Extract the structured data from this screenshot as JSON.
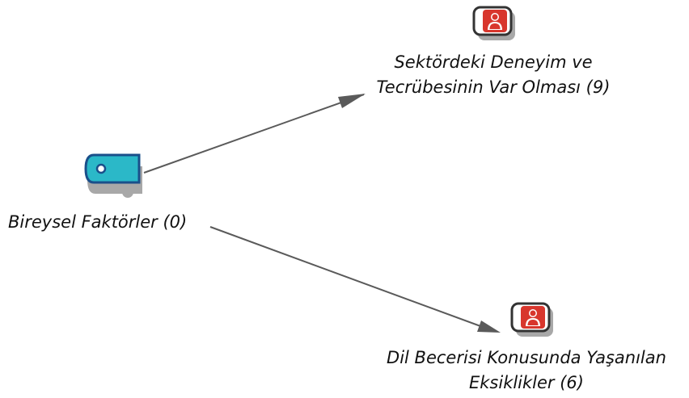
{
  "nodes": {
    "root": {
      "label": "Bireysel Faktörler (0)",
      "icon": "tag-icon",
      "color": "#2bb8c8"
    },
    "child1": {
      "label_line1": "Sektördeki Deneyim ve",
      "label_line2": "Tecrübesinin Var Olması (9)",
      "icon": "person-case-icon",
      "color": "#d8362d"
    },
    "child2": {
      "label_line1": "Dil Becerisi Konusunda Yaşanılan",
      "label_line2": "Eksiklikler (6)",
      "icon": "person-case-icon",
      "color": "#d8362d"
    }
  },
  "edge_color": "#5a5a5a"
}
